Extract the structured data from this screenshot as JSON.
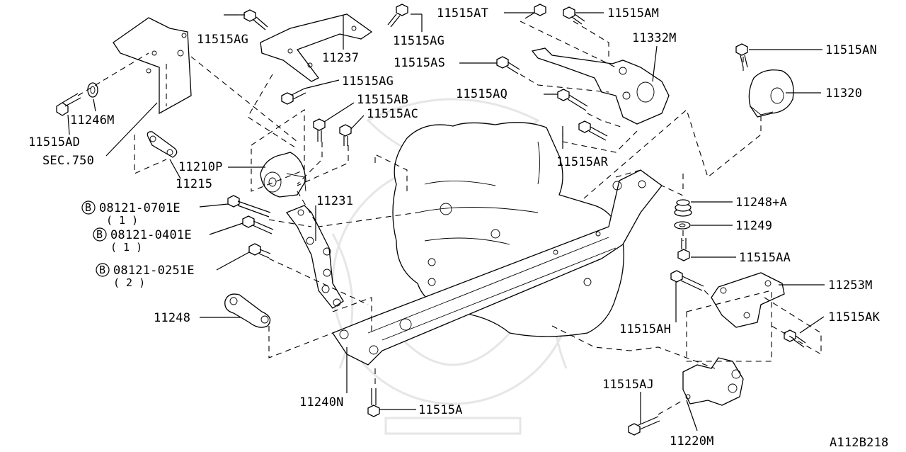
{
  "diagram": {
    "diagram_code": "A112B218",
    "callouts": {
      "c_11515AG_a": "11515AG",
      "c_11237": "11237",
      "c_11515AG_b": "11515AG",
      "c_11515AT": "11515AT",
      "c_11515AM": "11515AM",
      "c_11332M": "11332M",
      "c_11515AN": "11515AN",
      "c_11515AS": "11515AS",
      "c_11515AG_c": "11515AG",
      "c_11320": "11320",
      "c_11515AB": "11515AB",
      "c_11515AQ": "11515AQ",
      "c_11515AC": "11515AC",
      "c_11246M": "11246M",
      "c_11515AD": "11515AD",
      "c_sec750": "SEC.750",
      "c_11515AR": "11515AR",
      "c_11210P": "11210P",
      "c_11215": "11215",
      "c_11248A": "11248+A",
      "c_11231": "11231",
      "c_11249": "11249",
      "c_11515AA": "11515AA",
      "c_11253M": "11253M",
      "c_11515AK": "11515AK",
      "c_11515AH": "11515AH",
      "c_11248": "11248",
      "c_11515AJ": "11515AJ",
      "c_11240N": "11240N",
      "c_11515A": "11515A",
      "c_11220M": "11220M"
    },
    "bolts_b": [
      {
        "badge": "B",
        "part_no": "08121-0701E",
        "qty": "( 1 )"
      },
      {
        "badge": "B",
        "part_no": "08121-0401E",
        "qty": "( 1 )"
      },
      {
        "badge": "B",
        "part_no": "08121-0251E",
        "qty": "( 2 )"
      }
    ]
  }
}
